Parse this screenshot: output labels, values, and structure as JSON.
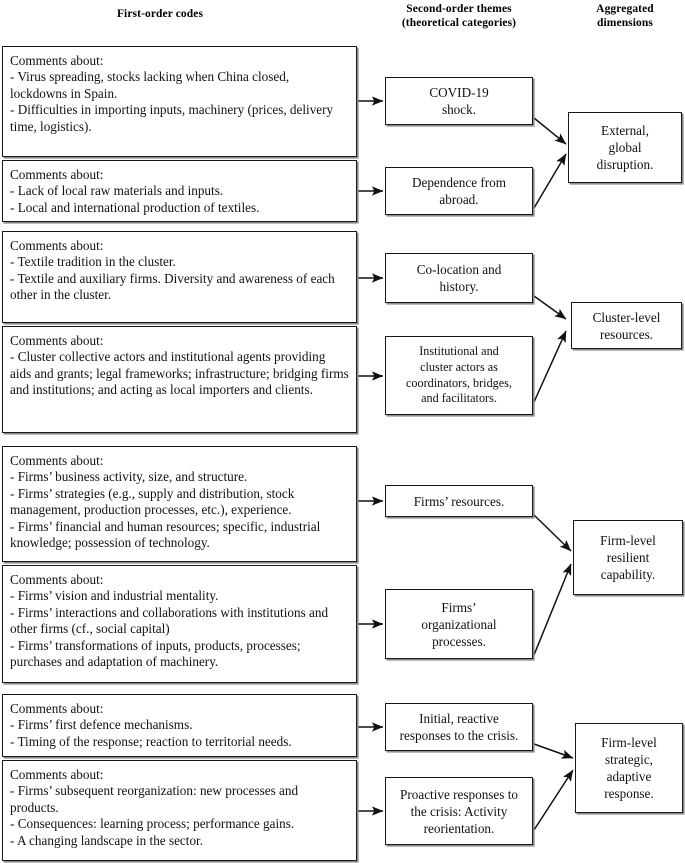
{
  "headers": {
    "first_order": "First-order codes",
    "second_order": "Second-order themes\n(theoretical categories)",
    "aggregated": "Aggregated\ndimensions"
  },
  "first_order_codes": [
    {
      "id": "fo-1",
      "text": "Comments about:\n- Virus spreading, stocks lacking when China closed, lockdowns in Spain.\n- Difficulties in importing inputs, machinery (prices, delivery time, logistics)."
    },
    {
      "id": "fo-2",
      "text": "Comments about:\n- Lack of local raw materials and inputs.\n- Local and international production of textiles."
    },
    {
      "id": "fo-3",
      "text": "Comments about:\n- Textile tradition in the cluster.\n- Textile and auxiliary firms. Diversity and awareness of each other in the cluster."
    },
    {
      "id": "fo-4",
      "text": "Comments about:\n- Cluster collective actors and institutional agents providing aids and grants; legal frameworks; infrastructure; bridging firms and institutions; and acting as local importers and clients."
    },
    {
      "id": "fo-5",
      "text": "Comments about:\n- Firms’ business activity, size, and structure.\n- Firms’ strategies (e.g., supply and distribution, stock management, production processes, etc.), experience.\n- Firms’ financial and human resources; specific, industrial knowledge; possession of technology."
    },
    {
      "id": "fo-6",
      "text": "Comments about:\n- Firms’ vision and industrial mentality.\n- Firms’ interactions and collaborations with institutions and other firms (cf., social capital)\n- Firms’ transformations of inputs, products, processes; purchases and adaptation of machinery."
    },
    {
      "id": "fo-7",
      "text": "Comments about:\n- Firms’ first defence mechanisms.\n- Timing of the response; reaction to territorial needs."
    },
    {
      "id": "fo-8",
      "text": "Comments about:\n- Firms’ subsequent reorganization: new processes and products.\n- Consequences: learning process; performance gains.\n- A changing landscape in the sector."
    }
  ],
  "second_order_themes": [
    {
      "id": "so-1",
      "text": "COVID-19\nshock."
    },
    {
      "id": "so-2",
      "text": "Dependence from\nabroad."
    },
    {
      "id": "so-3",
      "text": "Co-location and\nhistory."
    },
    {
      "id": "so-4",
      "text": "Institutional and\ncluster actors as\ncoordinators, bridges,\nand facilitators."
    },
    {
      "id": "so-5",
      "text": "Firms’ resources."
    },
    {
      "id": "so-6",
      "text": "Firms’\norganizational\nprocesses."
    },
    {
      "id": "so-7",
      "text": "Initial, reactive\nresponses to the crisis."
    },
    {
      "id": "so-8",
      "text": "Proactive responses to\nthe crisis: Activity\nreorientation."
    }
  ],
  "aggregated_dimensions": [
    {
      "id": "ag-1",
      "text": "External,\nglobal\ndisruption."
    },
    {
      "id": "ag-2",
      "text": "Cluster-level\nresources."
    },
    {
      "id": "ag-3",
      "text": "Firm-level\nresilient\ncapability."
    },
    {
      "id": "ag-4",
      "text": "Firm-level\nstrategic,\nadaptive\nresponse."
    }
  ],
  "colors": {
    "border": "#1a1a1a",
    "shadow": "#8a8a8a",
    "background": "#ffffff",
    "text": "#111111",
    "connector": "#111111"
  }
}
